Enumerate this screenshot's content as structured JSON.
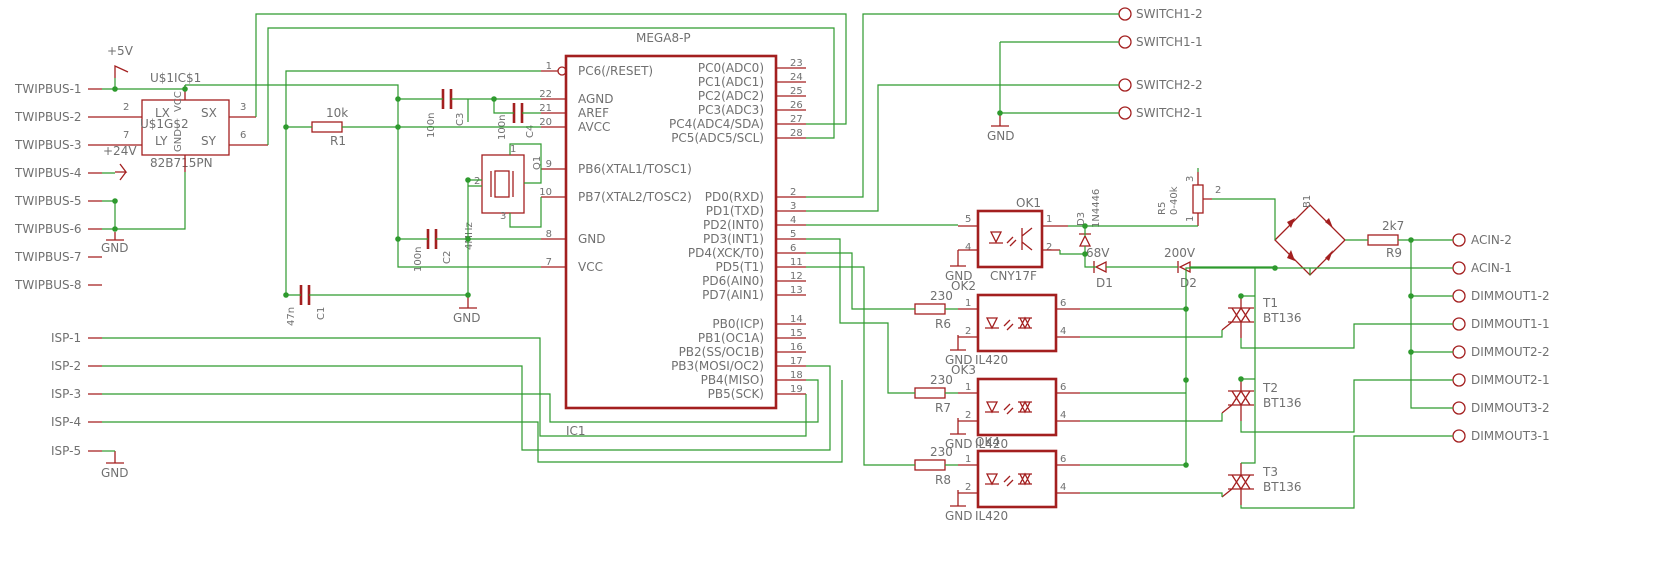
{
  "twipbus": [
    "TWIPBUS-1",
    "TWIPBUS-2",
    "TWIPBUS-3",
    "TWIPBUS-4",
    "TWIPBUS-5",
    "TWIPBUS-6",
    "TWIPBUS-7",
    "TWIPBUS-8"
  ],
  "isp": [
    "ISP-1",
    "ISP-2",
    "ISP-3",
    "ISP-4",
    "ISP-5"
  ],
  "right_connectors": {
    "switch": [
      "SWITCH1-2",
      "SWITCH1-1",
      "SWITCH2-2",
      "SWITCH2-1"
    ],
    "ac": [
      "ACIN-2",
      "ACIN-1"
    ],
    "dimmout": [
      "DIMMOUT1-2",
      "DIMMOUT1-1",
      "DIMMOUT2-2",
      "DIMMOUT2-1",
      "DIMMOUT3-2",
      "DIMMOUT3-1"
    ]
  },
  "power": {
    "p5v": "+5V",
    "p24v": "+24V",
    "gnd": "GND"
  },
  "bus_ic": {
    "name_top": "U$1IC$1",
    "name_mid": "U$1G$2",
    "part": "82B715PN",
    "pins": {
      "lx": "LX",
      "ly": "LY",
      "sx": "SX",
      "sy": "SY",
      "vcc": "VCC",
      "gnd": "GND"
    },
    "pin_numbers": {
      "lx": "2",
      "ly": "7",
      "sx": "3",
      "sy": "6"
    }
  },
  "mcu": {
    "part": "MEGA8-P",
    "name": "IC1",
    "left_pins": [
      {
        "num": "1",
        "label": "PC6(/RESET)"
      },
      {
        "num": "22",
        "label": "AGND"
      },
      {
        "num": "21",
        "label": "AREF"
      },
      {
        "num": "20",
        "label": "AVCC"
      },
      {
        "num": "9",
        "label": "PB6(XTAL1/TOSC1)"
      },
      {
        "num": "10",
        "label": "PB7(XTAL2/TOSC2)"
      },
      {
        "num": "8",
        "label": "GND"
      },
      {
        "num": "7",
        "label": "VCC"
      }
    ],
    "right_pins": [
      {
        "num": "23",
        "label": "PC0(ADC0)"
      },
      {
        "num": "24",
        "label": "PC1(ADC1)"
      },
      {
        "num": "25",
        "label": "PC2(ADC2)"
      },
      {
        "num": "26",
        "label": "PC3(ADC3)"
      },
      {
        "num": "27",
        "label": "PC4(ADC4/SDA)"
      },
      {
        "num": "28",
        "label": "PC5(ADC5/SCL)"
      },
      {
        "num": "2",
        "label": "PD0(RXD)"
      },
      {
        "num": "3",
        "label": "PD1(TXD)"
      },
      {
        "num": "4",
        "label": "PD2(INT0)"
      },
      {
        "num": "5",
        "label": "PD3(INT1)"
      },
      {
        "num": "6",
        "label": "PD4(XCK/T0)"
      },
      {
        "num": "11",
        "label": "PD5(T1)"
      },
      {
        "num": "12",
        "label": "PD6(AIN0)"
      },
      {
        "num": "13",
        "label": "PD7(AIN1)"
      },
      {
        "num": "14",
        "label": "PB0(ICP)"
      },
      {
        "num": "15",
        "label": "PB1(OC1A)"
      },
      {
        "num": "16",
        "label": "PB2(SS/OC1B)"
      },
      {
        "num": "17",
        "label": "PB3(MOSI/OC2)"
      },
      {
        "num": "18",
        "label": "PB4(MISO)"
      },
      {
        "num": "19",
        "label": "PB5(SCK)"
      }
    ]
  },
  "passives": {
    "r1": {
      "name": "R1",
      "value": "10k"
    },
    "c3": {
      "name": "C3",
      "value": "100n"
    },
    "c4": {
      "name": "C4",
      "value": "100n"
    },
    "c2": {
      "name": "C2",
      "value": "100n"
    },
    "c1": {
      "name": "C1",
      "value": "47n"
    },
    "q1": {
      "name": "Q1",
      "value": "4MHz",
      "pins": [
        "1",
        "2",
        "3"
      ]
    },
    "r5": {
      "name": "R5",
      "value": "0-40k",
      "pins": [
        "1",
        "2",
        "3"
      ]
    },
    "r6": {
      "name": "R6",
      "value": "230"
    },
    "r7": {
      "name": "R7",
      "value": "230"
    },
    "r8": {
      "name": "R8",
      "value": "230"
    },
    "r9": {
      "name": "R9",
      "value": "2k7"
    },
    "d1": {
      "name": "D1",
      "value": "68V"
    },
    "d2": {
      "name": "D2",
      "value": "200V"
    },
    "d3": {
      "name": "D3",
      "value": "1N4446"
    },
    "b1": {
      "name": "B1"
    }
  },
  "opto": {
    "ok1": {
      "name": "OK1",
      "part": "CNY17F",
      "pins": [
        "5",
        "4",
        "1",
        "2"
      ]
    },
    "ok2": {
      "name": "OK2",
      "part": "IL420",
      "pins": [
        "1",
        "2",
        "6",
        "4"
      ]
    },
    "ok3": {
      "name": "OK3",
      "part": "IL420",
      "pins": [
        "1",
        "2",
        "6",
        "4"
      ]
    },
    "ok4": {
      "name": "OK4",
      "part": "IL420",
      "pins": [
        "1",
        "2",
        "6",
        "4"
      ]
    }
  },
  "triacs": [
    {
      "name": "T1",
      "part": "BT136"
    },
    {
      "name": "T2",
      "part": "BT136"
    },
    {
      "name": "T3",
      "part": "BT136"
    }
  ],
  "colors": {
    "wire": "#2e9a2e",
    "part": "#a31f1f",
    "label": "#707070"
  }
}
